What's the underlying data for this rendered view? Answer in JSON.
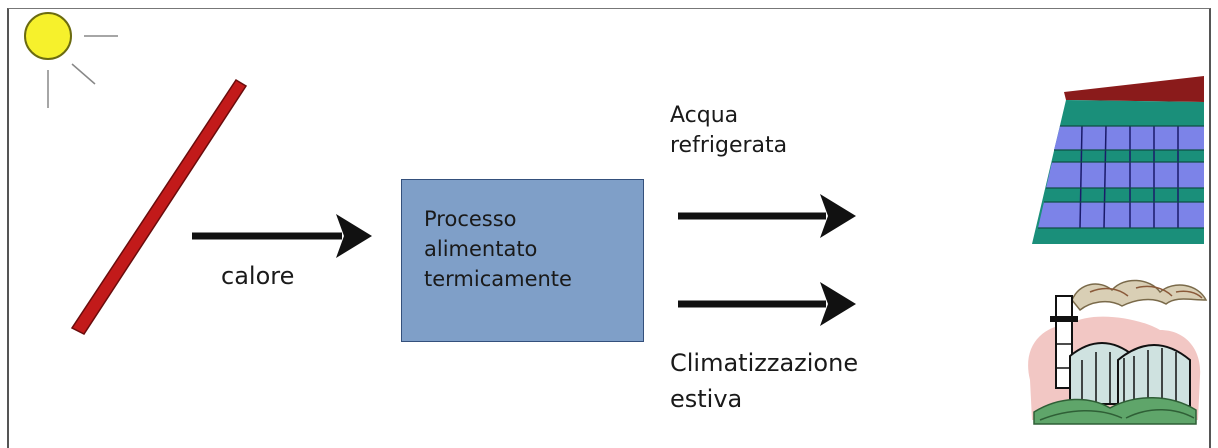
{
  "labels": {
    "heat": "calore",
    "process_line1": "Processo",
    "process_line2": "alimentato",
    "process_line3": "termicamente",
    "output1_line1": "Acqua",
    "output1_line2": "refrigerata",
    "output2_line1": "Climatizzazione",
    "output2_line2": "estiva"
  },
  "icons": {
    "sun": "sun-icon",
    "collector": "solar-collector-icon",
    "building": "building-icon",
    "industry": "industrial-plant-icon"
  },
  "colors": {
    "sun_fill": "#f6f12c",
    "sun_stroke": "#6b6b10",
    "collector": "#c21a1a",
    "process_box": "#7f9fc8",
    "process_border": "#34507c",
    "building_teal": "#1a8f7a",
    "building_windows": "#7c83e8",
    "building_roof": "#8a1b1b",
    "arrow": "#111111"
  }
}
